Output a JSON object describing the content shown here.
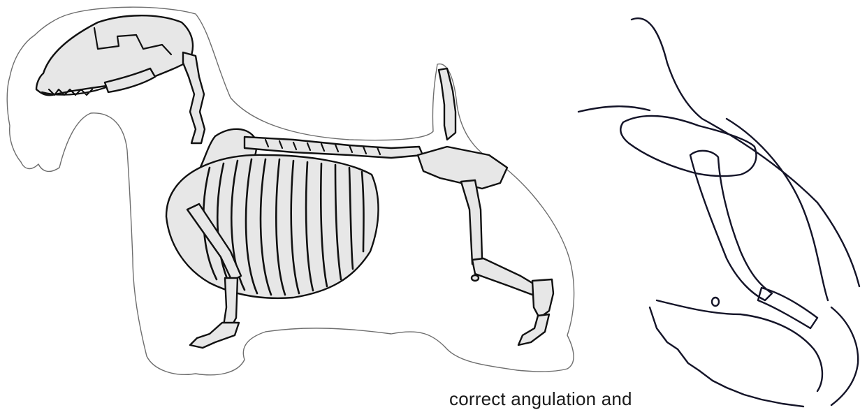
{
  "caption": "correct angulation and",
  "colors": {
    "background": "#ffffff",
    "bone_fill": "#e7e7e7",
    "ink": "#111111",
    "outline": "#6e6e6e"
  },
  "figures": {
    "skeleton": "dog-skeleton-side-view",
    "detail": "shoulder-angulation-detail"
  }
}
